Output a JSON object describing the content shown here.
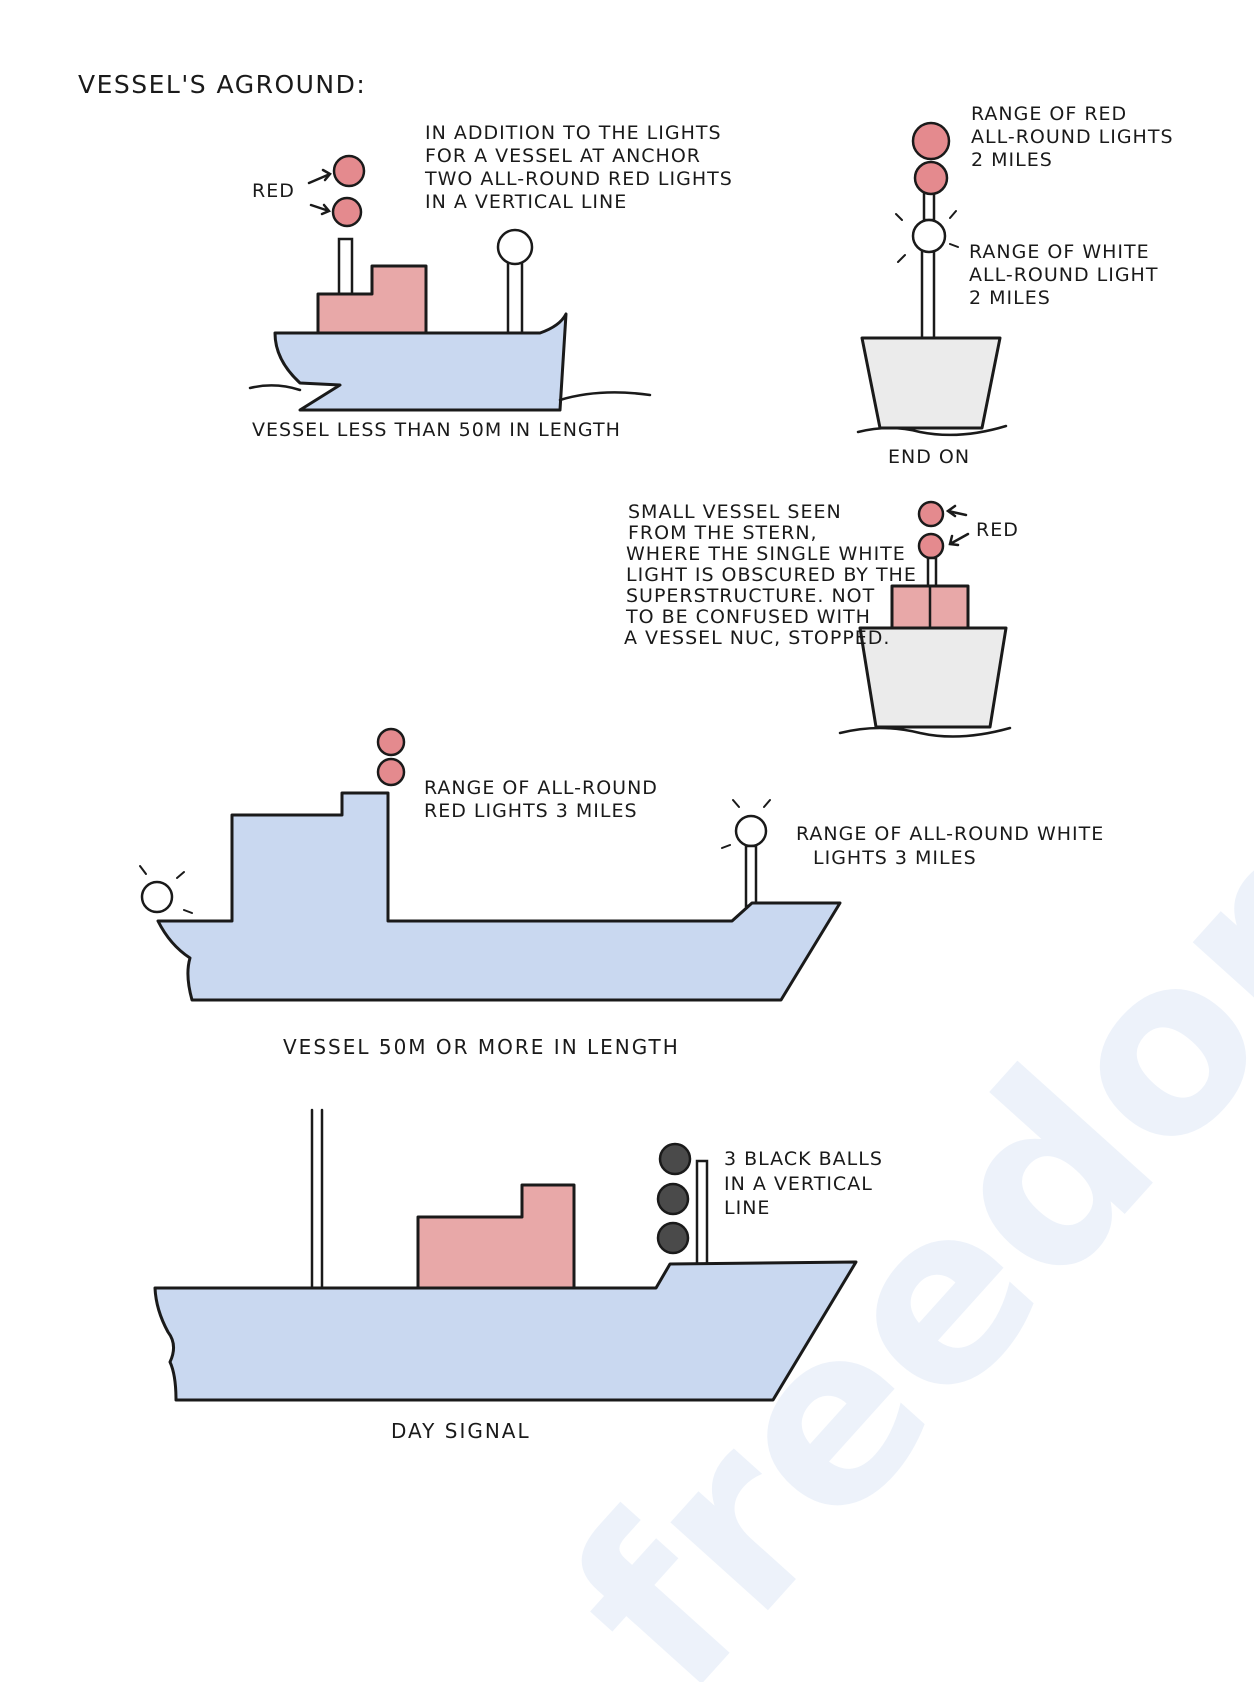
{
  "watermark": "freedoralprep.com",
  "title": "VESSEL'S AGROUND:",
  "small_vessel": {
    "note_lines": [
      "IN ADDITION TO THE LIGHTS",
      "FOR A VESSEL AT ANCHOR",
      "TWO ALL-ROUND RED LIGHTS",
      "IN A VERTICAL LINE"
    ],
    "red_label": "RED",
    "caption": "VESSEL LESS THAN 50M IN LENGTH"
  },
  "end_on": {
    "red_range_lines": [
      "RANGE OF RED",
      "ALL-ROUND LIGHTS",
      "2 MILES"
    ],
    "white_range_lines": [
      "RANGE OF WHITE",
      "ALL-ROUND LIGHT",
      "2 MILES"
    ],
    "caption": "END ON"
  },
  "stern_view": {
    "note_lines": [
      "SMALL VESSEL SEEN",
      "FROM THE STERN,",
      "WHERE THE SINGLE WHITE",
      "LIGHT IS OBSCURED BY THE",
      "SUPERSTRUCTURE. NOT",
      "TO BE CONFUSED WITH",
      "A VESSEL NUC, STOPPED."
    ],
    "red_label": "RED"
  },
  "large_vessel": {
    "red_range_lines": [
      "RANGE OF ALL-ROUND",
      "RED LIGHTS 3 MILES"
    ],
    "white_range_lines": [
      "RANGE OF ALL-ROUND WHITE",
      "LIGHTS 3 MILES"
    ],
    "caption": "VESSEL 50M OR MORE IN LENGTH"
  },
  "day_signal": {
    "balls_lines": [
      "3 BLACK BALLS",
      "IN A VERTICAL",
      "LINE"
    ],
    "caption": "DAY SIGNAL"
  },
  "colors": {
    "hull_blue": "#c9d8f0",
    "superstructure_red": "#e8a8a8",
    "red_light": "#e48a8e",
    "black_ball": "#4a4a4a"
  }
}
